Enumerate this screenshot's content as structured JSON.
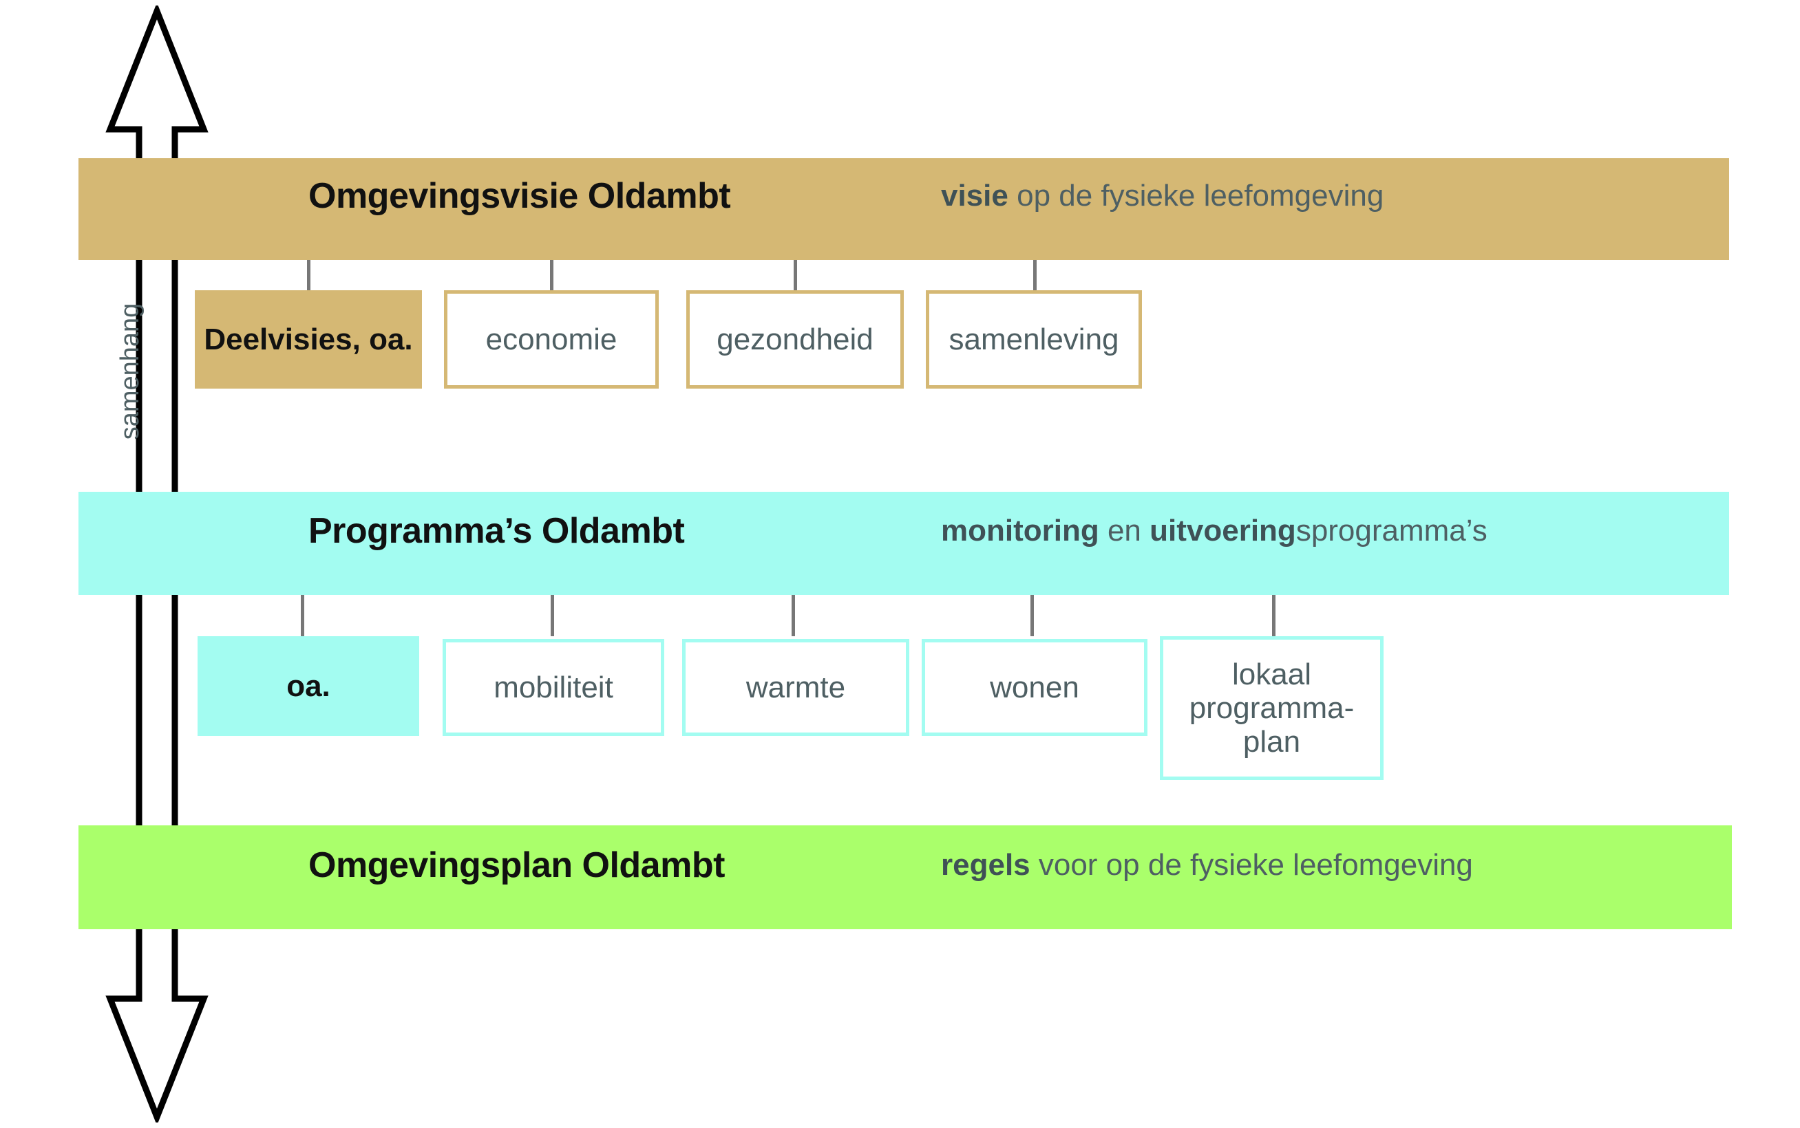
{
  "diagram": {
    "axis": {
      "label": "samenhang",
      "arrow_name": "double-headed-vertical-arrow"
    },
    "bands": [
      {
        "id": "visie",
        "title": "Omgevingsvisie Oldambt",
        "subtitle_bold": "visie",
        "subtitle_rest": " op de fysieke leefomgeving",
        "color": "#d5b874",
        "nodes": [
          {
            "label": "Deelvisies, oa.",
            "style": "filled"
          },
          {
            "label": "economie",
            "style": "outline"
          },
          {
            "label": "gezondheid",
            "style": "outline"
          },
          {
            "label": "samenleving",
            "style": "outline"
          }
        ]
      },
      {
        "id": "programma",
        "title": "Programma’s Oldambt",
        "subtitle_bold": "monitoring",
        "subtitle_mid": " en ",
        "subtitle_bold2": "uitvoering",
        "subtitle_rest": "sprogramma’s",
        "color": "#a3fcf1",
        "nodes": [
          {
            "label": "oa.",
            "style": "filled"
          },
          {
            "label": "mobiliteit",
            "style": "outline"
          },
          {
            "label": "warmte",
            "style": "outline"
          },
          {
            "label": "wonen",
            "style": "outline"
          },
          {
            "label": "lokaal programma-plan",
            "style": "outline"
          }
        ]
      },
      {
        "id": "plan",
        "title": "Omgevingsplan Oldambt",
        "subtitle_bold": "regels",
        "subtitle_rest": " voor op de fysieke leefomgeving",
        "color": "#aaff6b",
        "nodes": []
      }
    ]
  }
}
